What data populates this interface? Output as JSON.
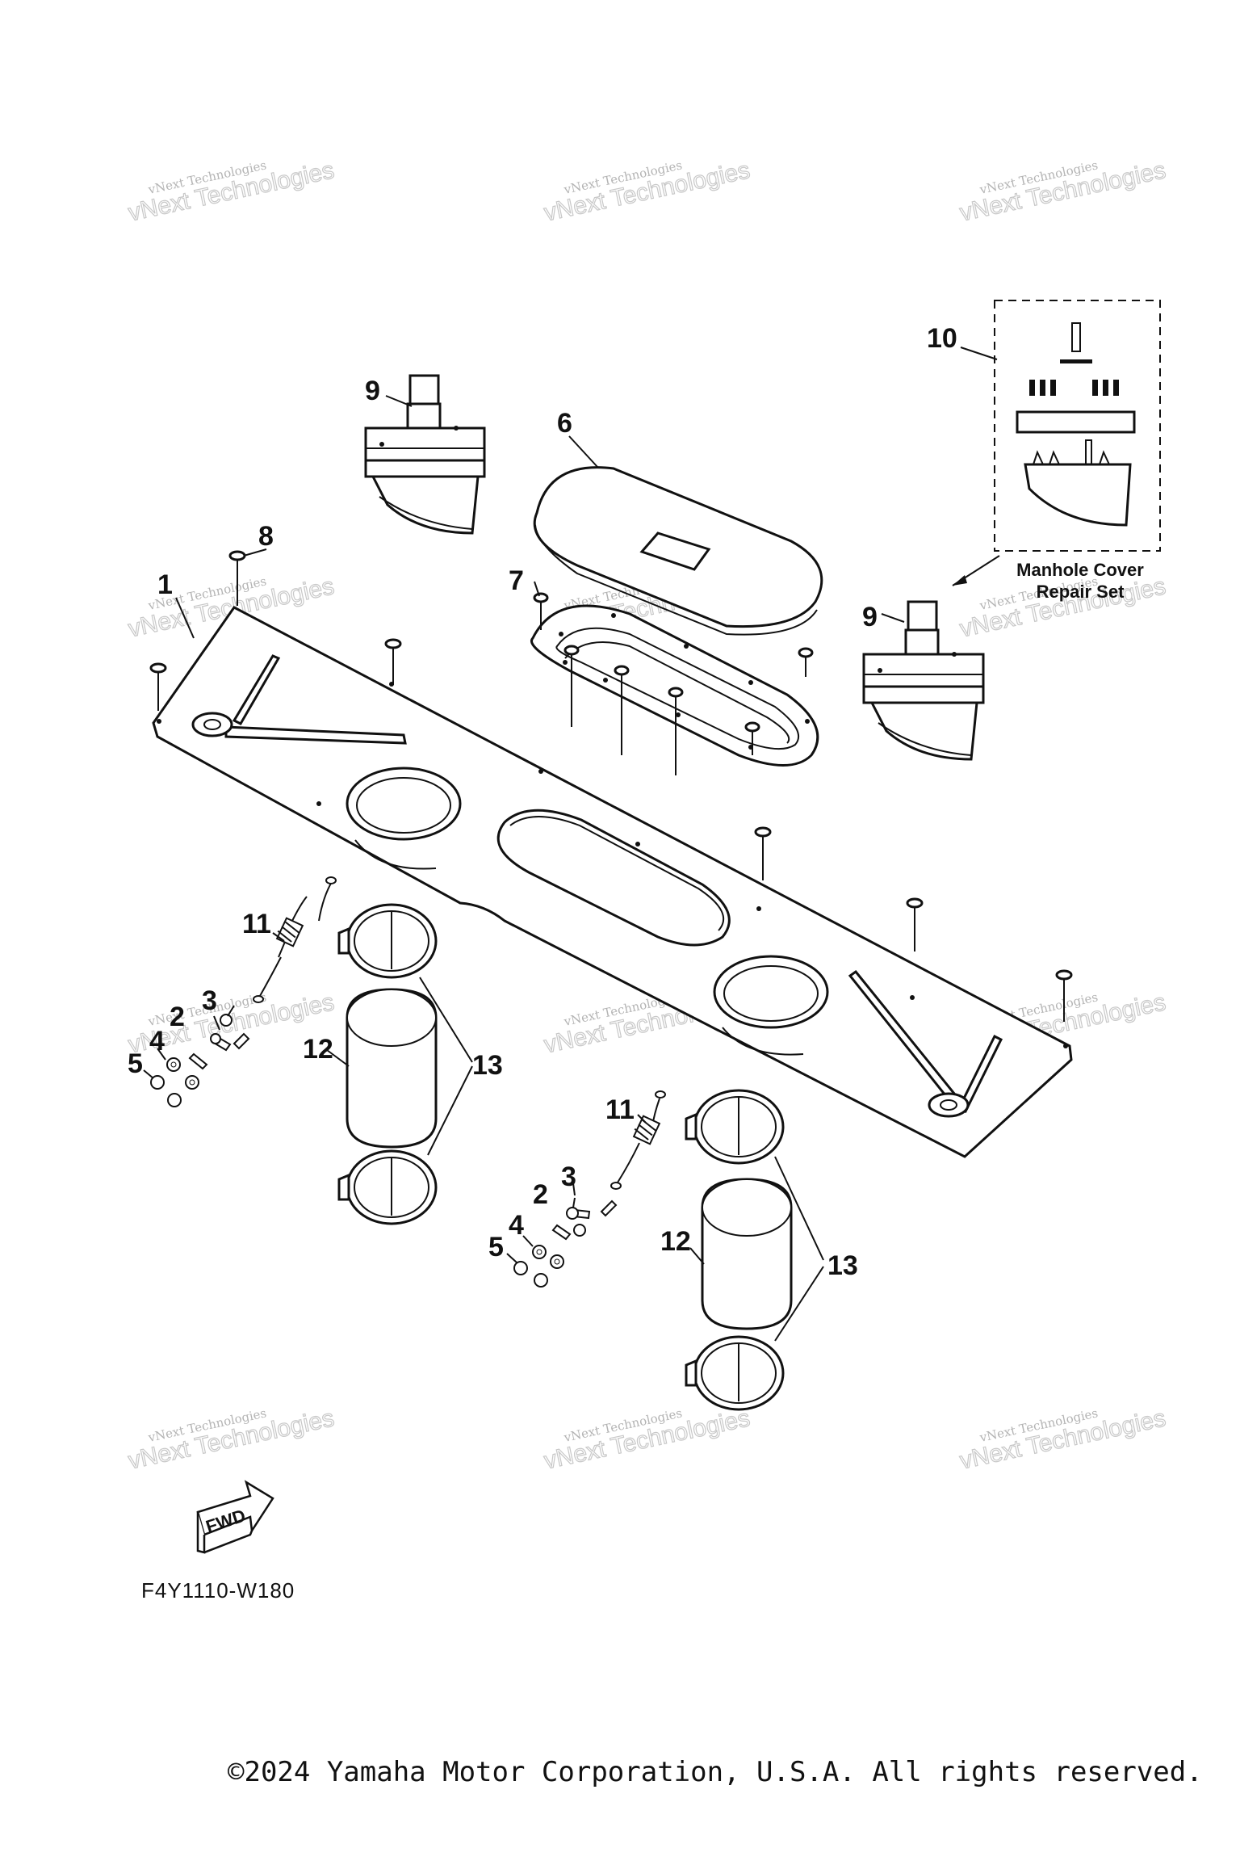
{
  "watermark": {
    "line1": "vNext Technologies",
    "line2": "vNext Technologies"
  },
  "callouts": {
    "c1": "1",
    "c2a": "2",
    "c3a": "3",
    "c4a": "4",
    "c5a": "5",
    "c2b": "2",
    "c3b": "3",
    "c4b": "4",
    "c5b": "5",
    "c6": "6",
    "c7": "7",
    "c8": "8",
    "c9a": "9",
    "c9b": "9",
    "c10": "10",
    "c11a": "11",
    "c11b": "11",
    "c12a": "12",
    "c12b": "12",
    "c13a": "13",
    "c13b": "13"
  },
  "repair_set": {
    "line1": "Manhole Cover",
    "line2": "Repair Set"
  },
  "fwd_label": "FWD",
  "diagram_code": "F4Y1110-W180",
  "copyright": "©2024 Yamaha Motor Corporation, U.S.A. All rights reserved."
}
